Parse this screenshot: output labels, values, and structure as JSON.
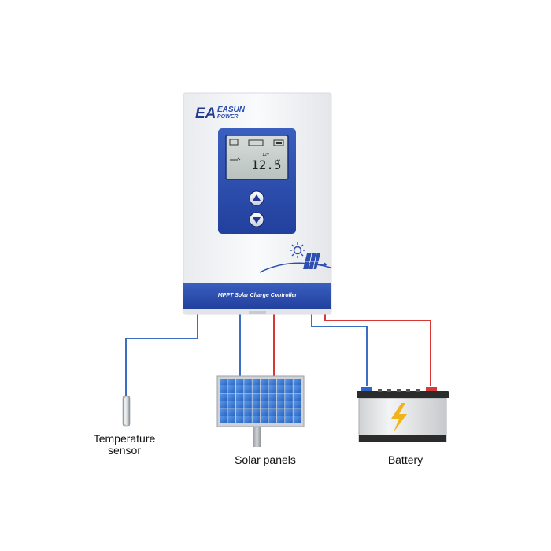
{
  "controller": {
    "brand_top": "EASUN",
    "brand_sub": "POWER",
    "product_name": "MPPT Solar Charge Controller",
    "lcd_voltage": "12.5",
    "lcd_unit": "V",
    "lcd_small": "12V"
  },
  "labels": {
    "temperature_sensor_line1": "Temperature",
    "temperature_sensor_line2": "sensor",
    "solar_panels": "Solar panels",
    "battery": "Battery"
  },
  "buttons": {
    "up": "up-arrow-icon",
    "down": "down-arrow-icon"
  },
  "colors": {
    "device_body": "#f4f4f6",
    "blue_panel": "#2d4fb0",
    "blue_dark": "#1f3a8f",
    "lcd_bg": "#c9d1cf",
    "wire_blue": "#3a6fc4",
    "wire_red": "#d93636",
    "battery_terminal_blue": "#2f65c8",
    "battery_terminal_red": "#d63a3a",
    "battery_top": "#2b2b2b",
    "battery_bolt": "#f2b21a",
    "solar_cell": "#3f7fd6"
  }
}
